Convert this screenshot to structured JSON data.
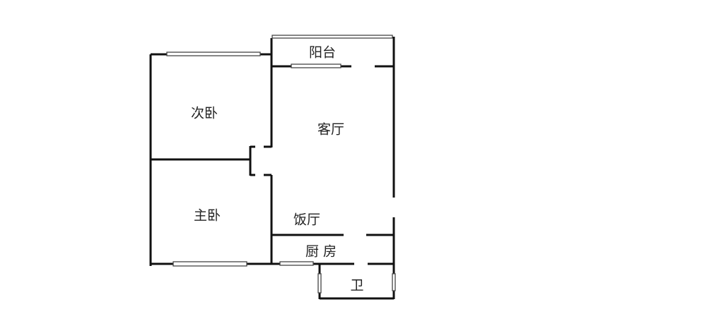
{
  "rooms": {
    "balcony": "阳台",
    "second_bedroom": "次卧",
    "living_room": "客厅",
    "master_bedroom": "主卧",
    "dining_room": "饭厅",
    "kitchen": "厨 房",
    "bathroom": "卫"
  }
}
